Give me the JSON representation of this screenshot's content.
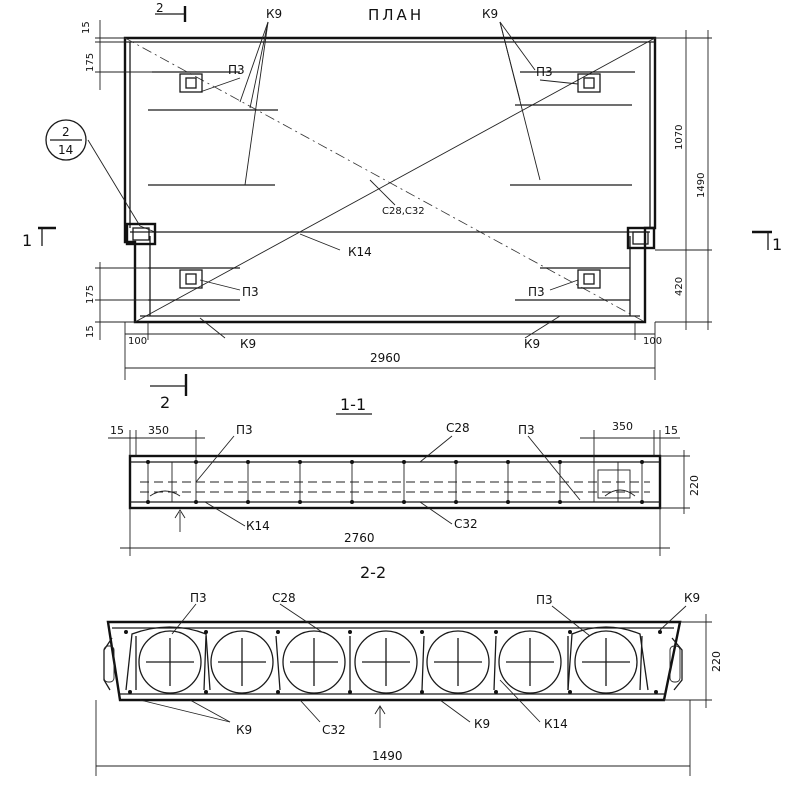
{
  "drawing": {
    "plan_title": "ПЛАН",
    "section_1_title": "1-1",
    "section_2_title": "2-2"
  },
  "plan": {
    "label_k9_top_left": "К9",
    "label_k9_top_right": "К9",
    "label_p3_top_left": "П3",
    "label_p3_top_right": "П3",
    "label_p3_bottom_left": "П3",
    "label_p3_bottom_right": "П3",
    "label_c28_c32": "С28,С32",
    "label_k14": "К14",
    "label_k9_bottom_left": "К9",
    "label_k9_bottom_right": "К9",
    "callout_top": "2",
    "callout_bottom": "14",
    "cut_1_left": "1",
    "cut_1_right": "1",
    "cut_2_top": "2",
    "cut_2_bottom": "2",
    "dim_15_top": "15",
    "dim_175_top": "175",
    "dim_175_bottom": "175",
    "dim_15_bottom": "15",
    "dim_100_left": "100",
    "dim_100_right": "100",
    "dim_2960": "2960",
    "dim_1070": "1070",
    "dim_1490": "1490",
    "dim_420": "420"
  },
  "section_1": {
    "dim_15_left": "15",
    "dim_350_left": "350",
    "label_p3_left": "П3",
    "label_c28": "С28",
    "label_p3_right": "П3",
    "dim_350_right": "350",
    "dim_15_right": "15",
    "dim_220": "220",
    "label_k14": "К14",
    "label_c32": "С32",
    "dim_2760": "2760"
  },
  "section_2": {
    "label_p3_left": "П3",
    "label_c28": "С28",
    "label_p3_right": "П3",
    "label_k9_top": "К9",
    "dim_220": "220",
    "label_k9_left": "К9",
    "label_c32": "С32",
    "label_k9_mid": "К9",
    "label_k14": "К14",
    "dim_1490": "1490"
  }
}
